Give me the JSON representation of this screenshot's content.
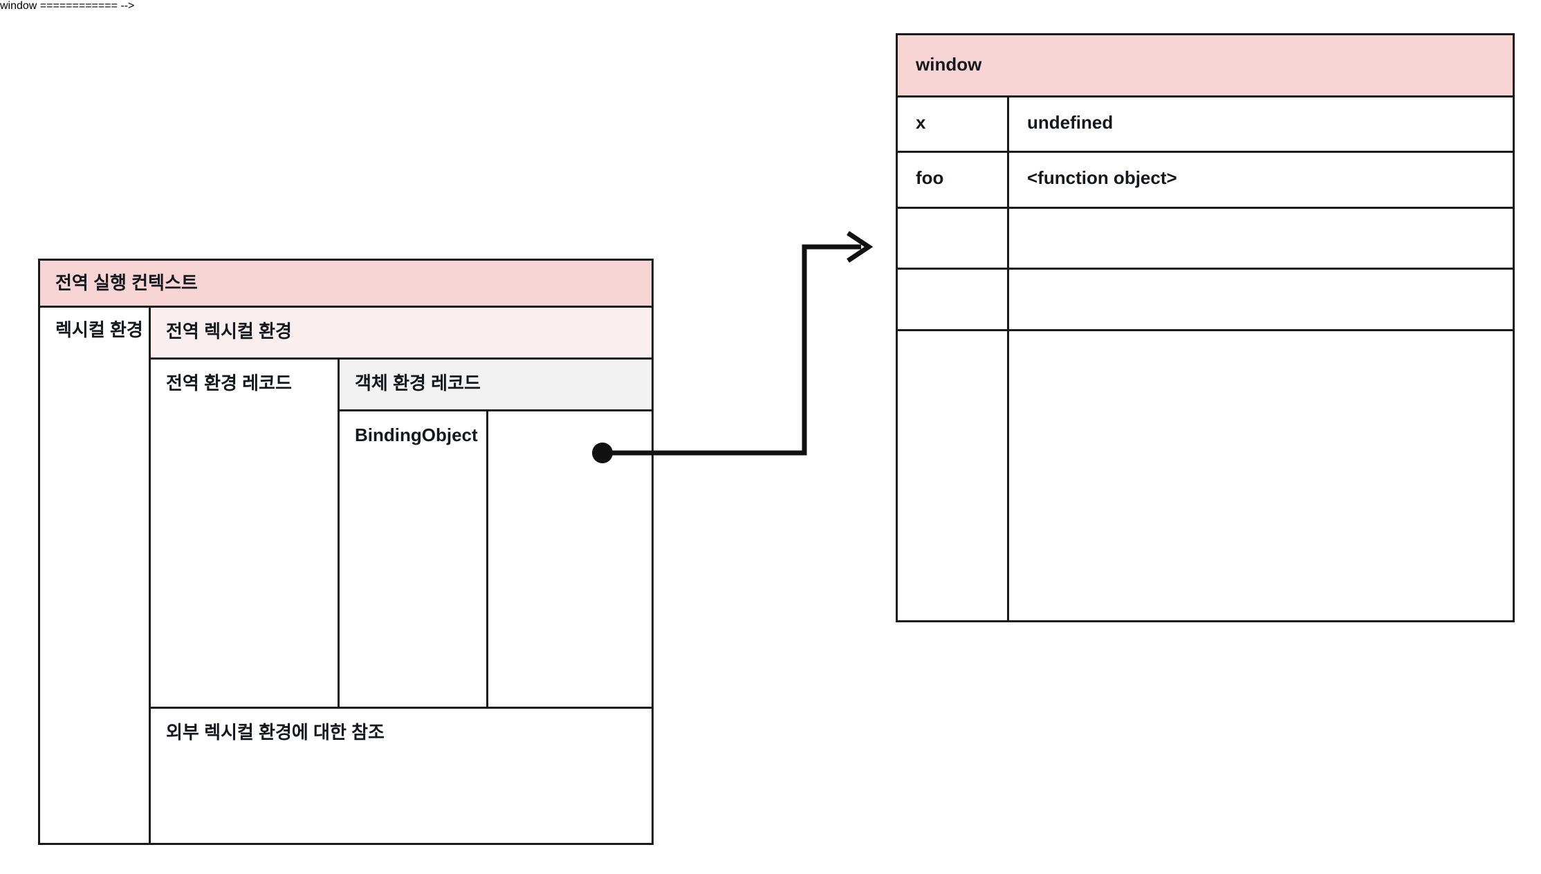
{
  "colors": {
    "header_pink": "#f8d5d5",
    "subheader_pink": "#fbeeee",
    "record_gray": "#f2f2f2",
    "stroke": "#1a1a1a",
    "background": "#ffffff",
    "text": "#14181f"
  },
  "global_execution_context": {
    "title": "전역 실행 컨텍스트",
    "lexical_environment_label": "렉시컬 환경",
    "global_lexical_environment": "전역 렉시컬 환경",
    "global_environment_record": "전역 환경 레코드",
    "object_environment_record": "객체 환경 레코드",
    "binding_object_label": "BindingObject",
    "binding_object_value": "",
    "outer_reference": "외부 렉시컬 환경에 대한 참조"
  },
  "window_object": {
    "title": "window",
    "rows": [
      {
        "key": "x",
        "value": "undefined"
      },
      {
        "key": "foo",
        "value": "<function object>"
      },
      {
        "key": "",
        "value": ""
      },
      {
        "key": "",
        "value": ""
      },
      {
        "key": "",
        "value": ""
      }
    ]
  },
  "connector": {
    "name": "binding-object-to-window-arrow",
    "source_label": "BindingObject",
    "target_label": "window"
  }
}
